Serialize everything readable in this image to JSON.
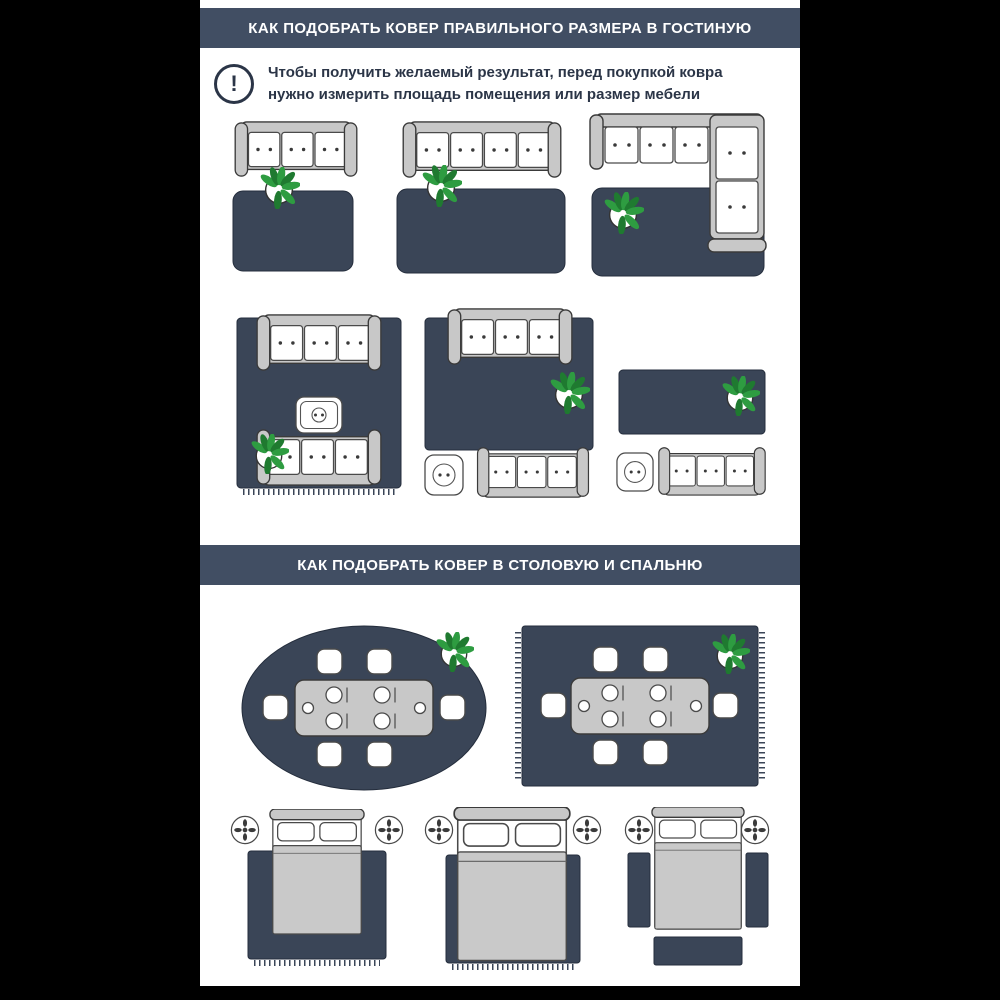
{
  "colors": {
    "page_black": "#000000",
    "content_white": "#FFFFFF",
    "header_bg": "#414E63",
    "rug": "#3A4557",
    "sofa_gray": "#C8C8C8",
    "cushion_white": "#FFFFFF",
    "blanket_gray": "#C9C9C9",
    "plant_green": "#2E9C41",
    "plant_dark": "#1F7A30",
    "text_dark": "#2B3547",
    "outline": "#3A3A3A"
  },
  "sections": {
    "living_room": {
      "title": "КАК ПОДОБРАТЬ КОВЕР ПРАВИЛЬНОГО РАЗМЕРА В ГОСТИНУЮ",
      "note": "Чтобы получить желаемый результат, перед покупкой ковра\nнужно измерить площадь помещения или размер мебели",
      "note_icon_glyph": "!"
    },
    "dining_bedroom": {
      "title": "КАК ПОДОБРАТЬ КОВЕР В СТОЛОВУЮ И СПАЛЬНЮ"
    }
  },
  "diagrams": {
    "living_room": [
      "rug-in-front-of-three-seat-sofa",
      "rug-under-front-of-wide-sofa",
      "rug-with-corner-sofa",
      "large-rug-two-sofas-coffee-table",
      "medium-rug-sofa-on-edge",
      "small-rug-between-sofa-and-table"
    ],
    "dining_room": [
      "oval-rug-under-dining-set",
      "rectangular-rug-under-dining-set"
    ],
    "bedroom": [
      "large-rug-under-whole-bed",
      "rug-under-lower-part-of-bed",
      "runner-rugs-beside-and-at-foot-of-bed"
    ]
  }
}
